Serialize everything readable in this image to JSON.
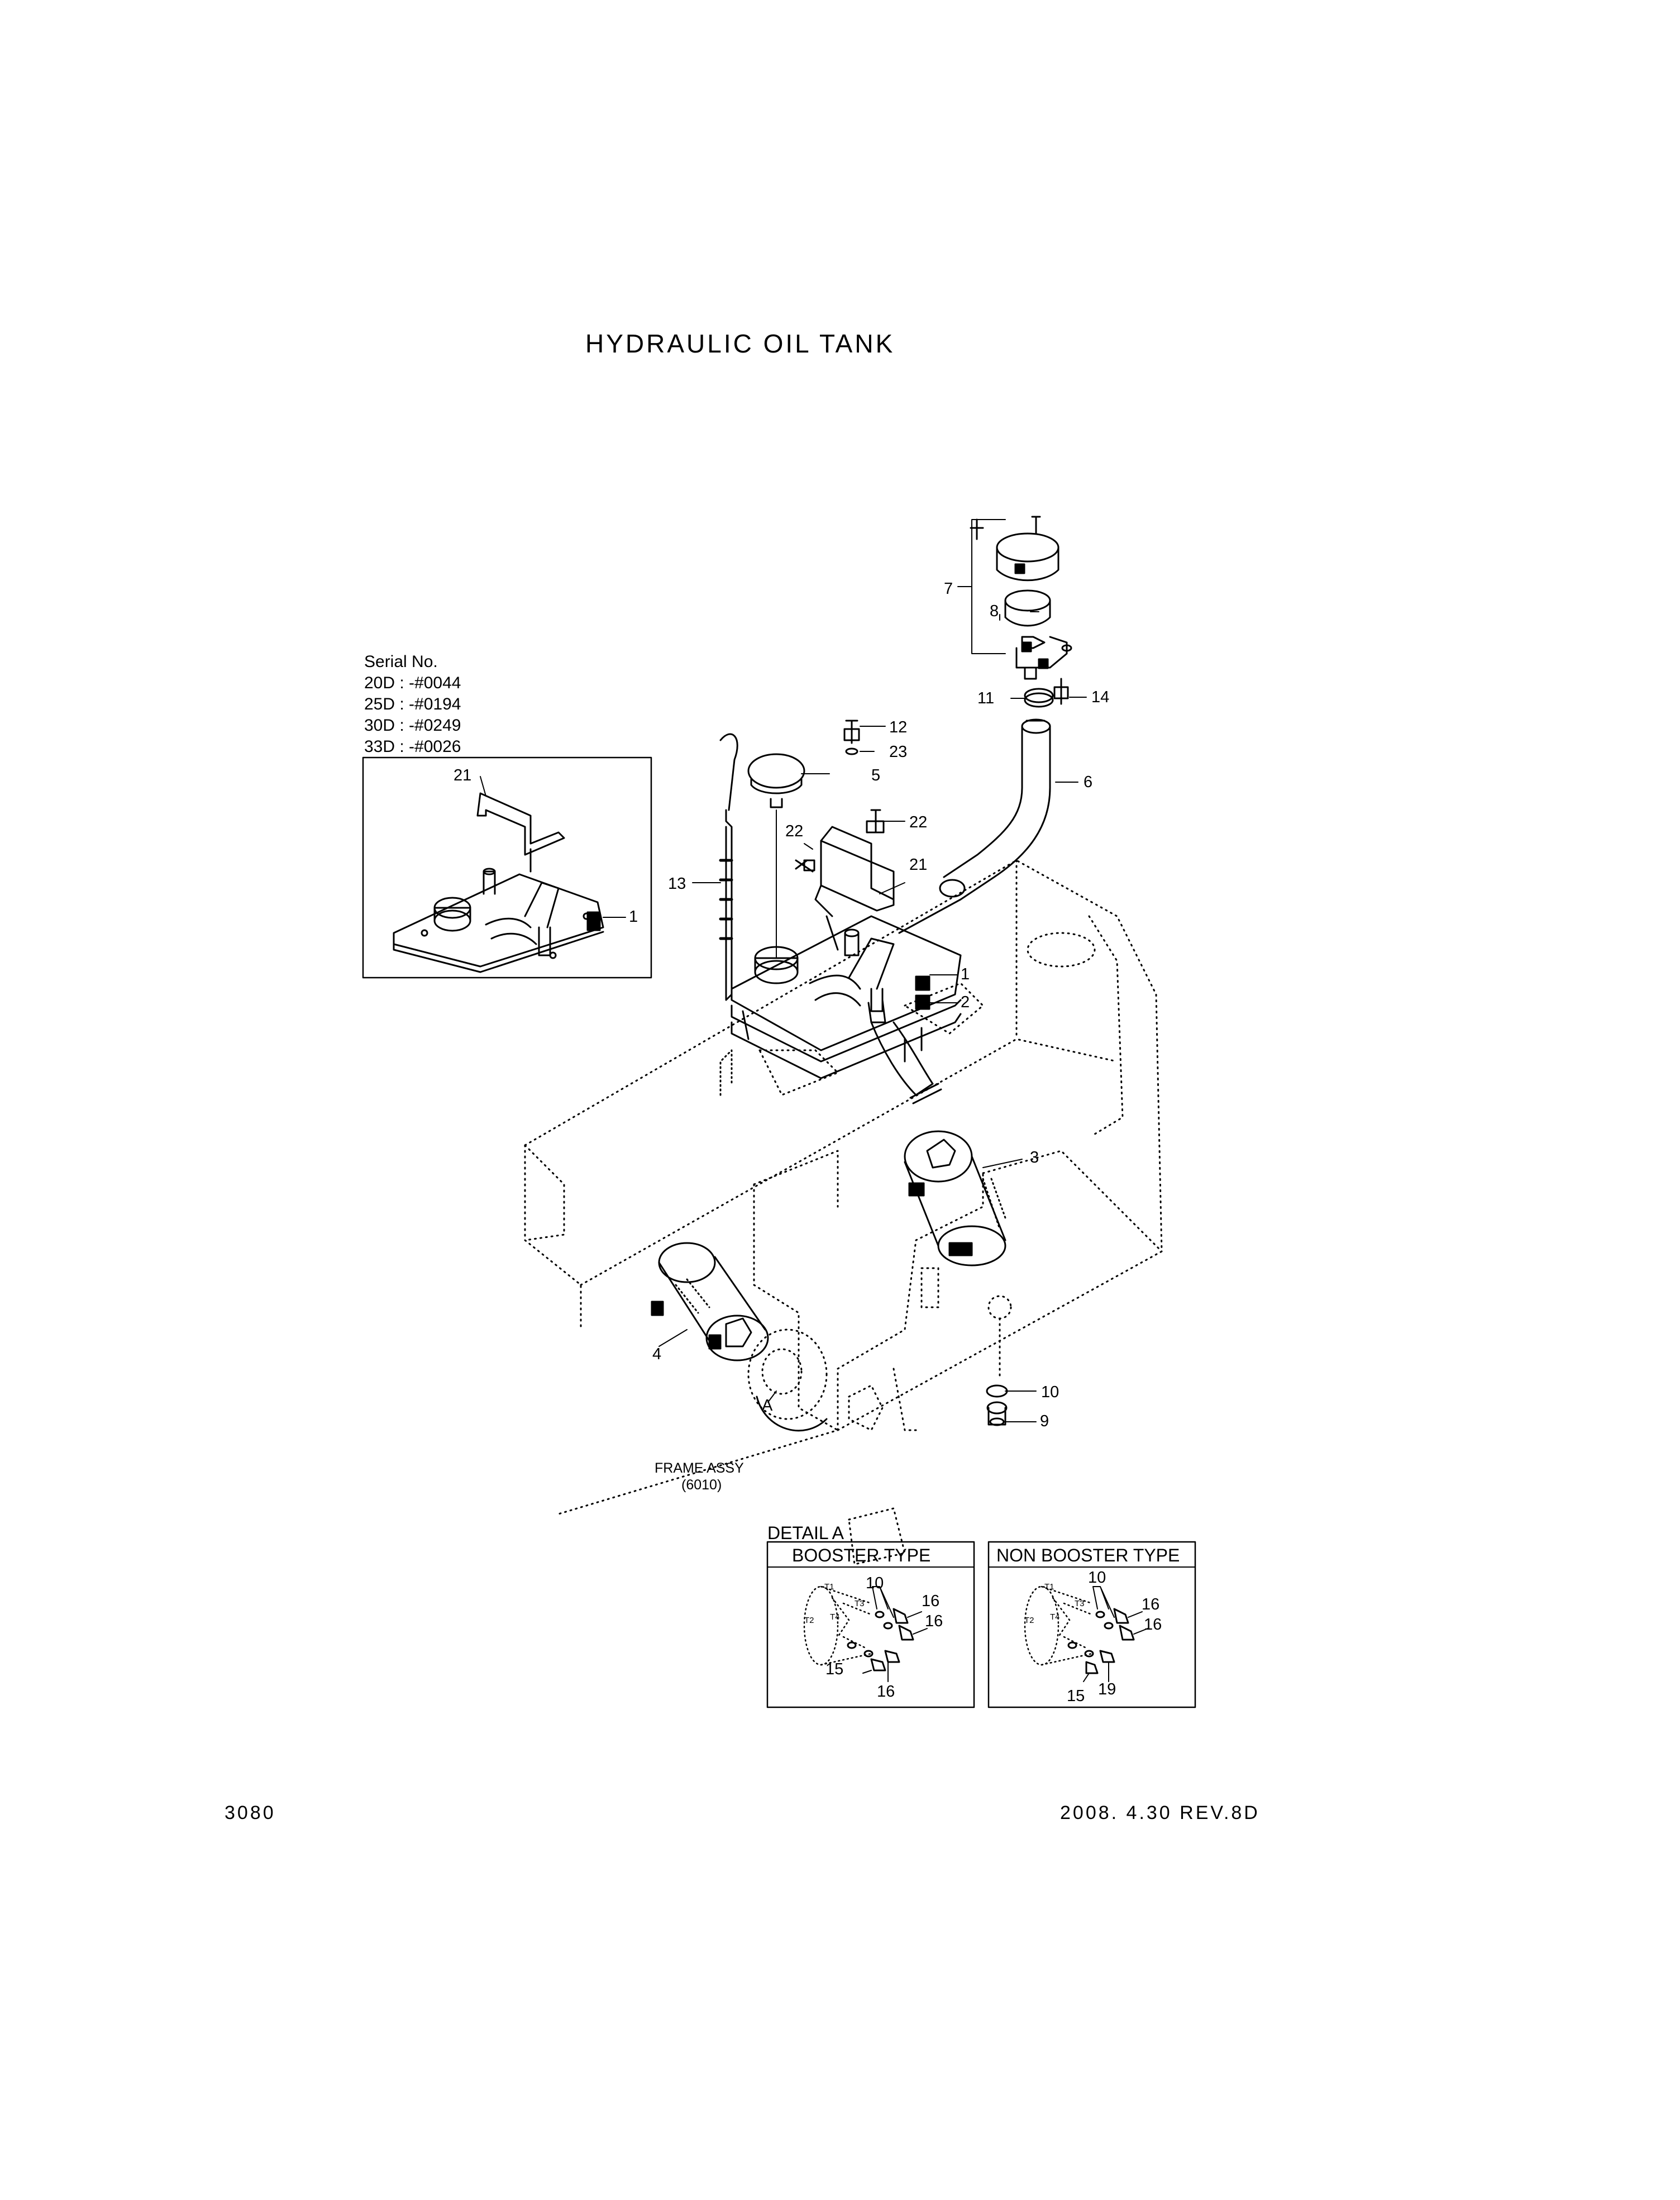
{
  "title": "HYDRAULIC OIL TANK",
  "serial": {
    "heading": "Serial No.",
    "lines": [
      "20D : -#0044",
      "25D : -#0194",
      "30D : -#0249",
      "33D : -#0026"
    ]
  },
  "callouts": {
    "c1_inset": "1",
    "c21_inset": "21",
    "c1": "1",
    "c2": "2",
    "c3": "3",
    "c4": "4",
    "c5": "5",
    "c6": "6",
    "c7": "7",
    "c8": "8",
    "c9": "9",
    "c10": "10",
    "c11": "11",
    "c12": "12",
    "c13": "13",
    "c14": "14",
    "c21": "21",
    "c22a": "22",
    "c22b": "22",
    "c23": "23",
    "detailA": "A"
  },
  "frame": {
    "line1": "FRAME ASSY",
    "line2": "(6010)"
  },
  "detail": {
    "heading": "DETAIL A",
    "booster": {
      "title": "BOOSTER TYPE",
      "c10": "10",
      "c16a": "16",
      "c16b": "16",
      "c15": "15",
      "c16c": "16",
      "t1": "T1",
      "t2": "T2",
      "t3": "T3",
      "t4": "T4"
    },
    "nonbooster": {
      "title": "NON BOOSTER TYPE",
      "c10": "10",
      "c16a": "16",
      "c16b": "16",
      "c15": "15",
      "c19": "19",
      "t1": "T1",
      "t2": "T2",
      "t3": "T3",
      "t4": "T4"
    }
  },
  "footer": {
    "page": "3080",
    "rev": "2008. 4.30  REV.8D"
  }
}
